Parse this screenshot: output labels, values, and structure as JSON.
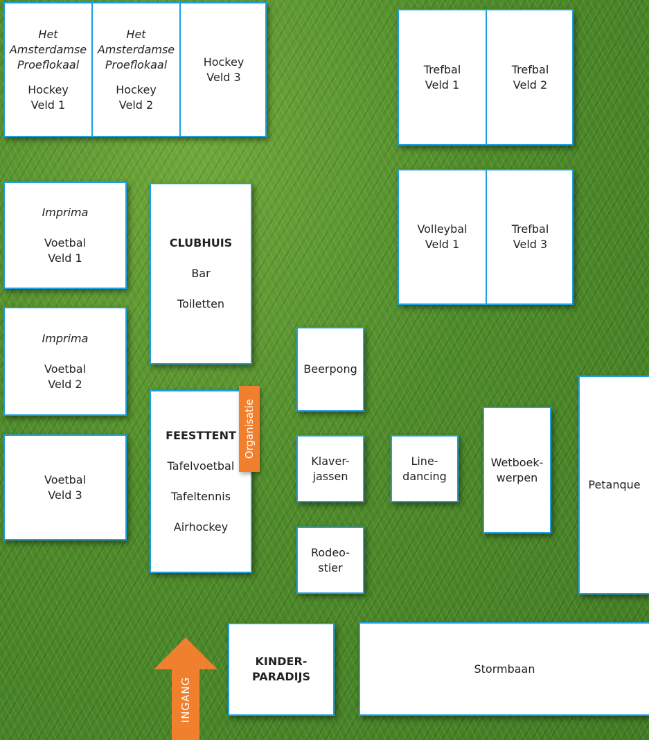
{
  "areas": {
    "hockey_veld_1": {
      "sponsor": "Het Amsterdamse Proeflokaal",
      "line1": "Hockey",
      "line2": "Veld 1"
    },
    "hockey_veld_2": {
      "sponsor": "Het Amsterdamse Proeflokaal",
      "line1": "Hockey",
      "line2": "Veld 2"
    },
    "hockey_veld_3": {
      "line1": "Hockey",
      "line2": "Veld 3"
    },
    "trefbal_veld_1": {
      "line1": "Trefbal",
      "line2": "Veld 1"
    },
    "trefbal_veld_2": {
      "line1": "Trefbal",
      "line2": "Veld 2"
    },
    "volleybal_veld_1": {
      "line1": "Volleybal",
      "line2": "Veld 1"
    },
    "trefbal_veld_3": {
      "line1": "Trefbal",
      "line2": "Veld 3"
    },
    "voetbal_veld_1": {
      "sponsor": "Imprima",
      "line1": "Voetbal",
      "line2": "Veld 1"
    },
    "voetbal_veld_2": {
      "sponsor": "Imprima",
      "line1": "Voetbal",
      "line2": "Veld 2"
    },
    "voetbal_veld_3": {
      "line1": "Voetbal",
      "line2": "Veld 3"
    },
    "clubhuis": {
      "title": "CLUBHUIS",
      "items": [
        "Bar",
        "Toiletten"
      ]
    },
    "feesttent": {
      "title": "FEESTTENT",
      "items": [
        "Tafelvoetbal",
        "Tafeltennis",
        "Airhockey"
      ]
    },
    "beerpong": {
      "line1": "Beerpong"
    },
    "klaverjassen": {
      "line1": "Klaver-",
      "line2": "jassen"
    },
    "linedancing": {
      "line1": "Line-",
      "line2": "dancing"
    },
    "wetboekwerpen": {
      "line1": "Wetboek-",
      "line2": "werpen"
    },
    "petanque": {
      "line1": "Petanque"
    },
    "rodeostier": {
      "line1": "Rodeo-",
      "line2": "stier"
    },
    "kinderparadijs": {
      "line1": "KINDER-",
      "line2": "PARADIJS"
    },
    "stormbaan": {
      "line1": "Stormbaan"
    }
  },
  "organisatie_label": "Organisatie",
  "entrance_label": "INGANG",
  "colors": {
    "grass": "#4f8a2c",
    "box_border": "#1ea0e6",
    "box_fill": "#ffffff",
    "accent_orange": "#f07f2e"
  }
}
